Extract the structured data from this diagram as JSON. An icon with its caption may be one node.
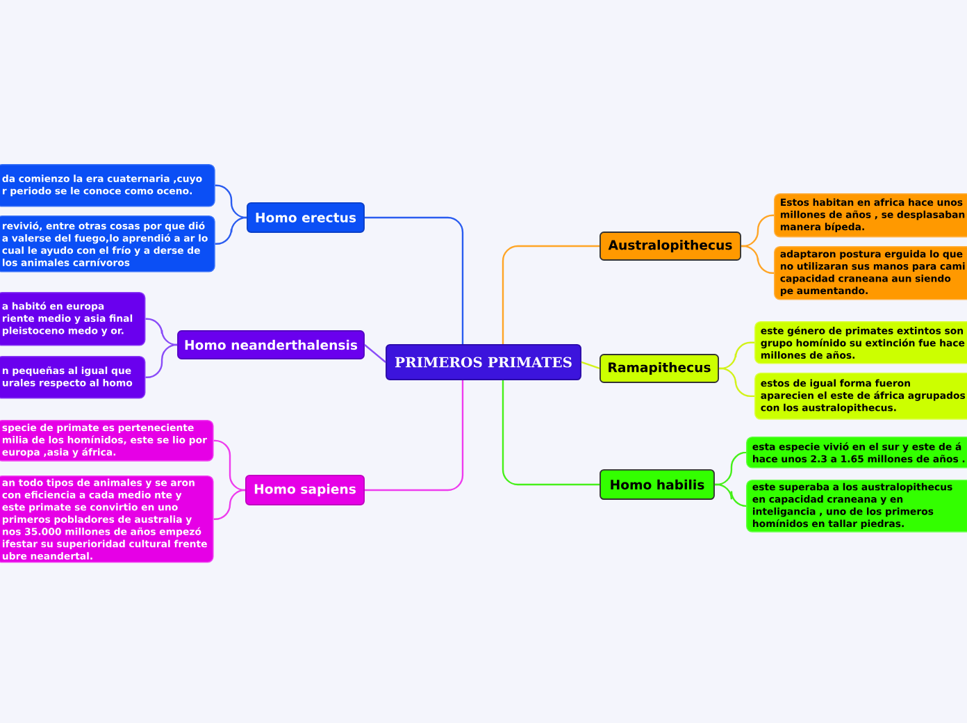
{
  "diagram": {
    "nodes": [
      {
        "text": [
          "PRIMEROS PRIMATES"
        ]
      },
      {
        "text": [
          "Homo erectus"
        ]
      },
      {
        "text": [
          "da comienzo la era cuaternaria ,cuyo r periodo se le conoce como oceno."
        ]
      },
      {
        "text": [
          "revivió, entre otras cosas por que dió a valerse del fuego,lo aprendió a ar lo cual le ayudo con el frío y a derse de los animales carnívoros"
        ]
      },
      {
        "text": [
          "Homo neanderthalensis"
        ]
      },
      {
        "text": [
          "a habitó en europa riente medio y asia final pleistoceno medo y or."
        ]
      },
      {
        "text": [
          "n pequeñas al igual que urales respecto al homo"
        ]
      },
      {
        "text": [
          "Homo sapiens"
        ]
      },
      {
        "text": [
          "specie de primate es perteneciente milia de los homínidos, este se lio por europa ,asia y áfrica."
        ]
      },
      {
        "text": [
          "an todo tipos de animales y se aron con eficiencia a cada medio nte y este primate se convirtio en uno primeros pobladores de australia y nos 35.000 millones de años empezó ifestar su superioridad cultural frente ubre neandertal."
        ]
      },
      {
        "text": [
          "Australopithecus"
        ]
      },
      {
        "text": [
          "Estos habitan en africa hace unos millones de años , se desplasaban manera bípeda."
        ]
      },
      {
        "text": [
          "adaptaron postura erguida lo que no utilizaran sus manos para cami capacidad craneana aun siendo pe aumentando."
        ]
      },
      {
        "text": [
          "Ramapithecus"
        ]
      },
      {
        "text": [
          "este género de primates extintos son grupo homínido su extinción fue hace millones de años."
        ]
      },
      {
        "text": [
          "estos de igual forma fueron aparecien el este de áfrica agrupados con los australopithecus."
        ]
      },
      {
        "text": [
          "Homo habilis"
        ]
      },
      {
        "text": [
          "esta especie vivió en el sur y este de á hace unos 2.3 a 1.65 millones de años ."
        ]
      },
      {
        "text": [
          "este superaba a los australopithecus en capacidad craneana y en inteligancia , uno de los primeros homínidos en tallar piedras."
        ]
      }
    ],
    "edges": [
      {
        "from": 0,
        "to": 1,
        "arrow": "none",
        "color": "#2a5cf0"
      },
      {
        "from": 1,
        "to": 2,
        "arrow": "none",
        "color": "#2a5cf0"
      },
      {
        "from": 1,
        "to": 3,
        "arrow": "none",
        "color": "#2a5cf0"
      },
      {
        "from": 0,
        "to": 4,
        "arrow": "none",
        "color": "#8a4cf8"
      },
      {
        "from": 4,
        "to": 5,
        "arrow": "none",
        "color": "#8a4cf8"
      },
      {
        "from": 4,
        "to": 6,
        "arrow": "none",
        "color": "#8a4cf8"
      },
      {
        "from": 0,
        "to": 7,
        "arrow": "none",
        "color": "#ee3cee"
      },
      {
        "from": 7,
        "to": 8,
        "arrow": "none",
        "color": "#ee3cee"
      },
      {
        "from": 7,
        "to": 9,
        "arrow": "none",
        "color": "#ee3cee"
      },
      {
        "from": 0,
        "to": 10,
        "arrow": "none",
        "color": "#ffa526"
      },
      {
        "from": 10,
        "to": 11,
        "arrow": "none",
        "color": "#ffa526"
      },
      {
        "from": 10,
        "to": 12,
        "arrow": "none",
        "color": "#ffa526"
      },
      {
        "from": 0,
        "to": 13,
        "arrow": "none",
        "color": "#d2f21a"
      },
      {
        "from": 13,
        "to": 14,
        "arrow": "none",
        "color": "#d2f21a"
      },
      {
        "from": 13,
        "to": 15,
        "arrow": "none",
        "color": "#d2f21a"
      },
      {
        "from": 0,
        "to": 16,
        "arrow": "none",
        "color": "#46f01a"
      },
      {
        "from": 16,
        "to": 17,
        "arrow": "none",
        "color": "#46f01a"
      },
      {
        "from": 16,
        "to": 18,
        "arrow": "none",
        "color": "#46f01a"
      }
    ]
  }
}
